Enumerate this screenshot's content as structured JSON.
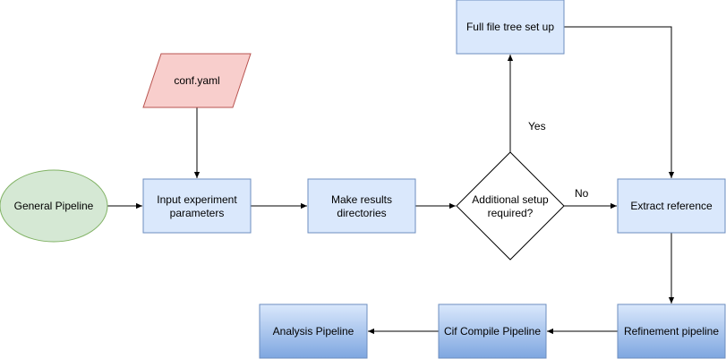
{
  "diagram": {
    "nodes": {
      "general_pipeline": {
        "label": "General Pipeline",
        "shape": "ellipse",
        "fill": "#d5e8d4",
        "stroke": "#82b366"
      },
      "conf_yaml": {
        "label": "conf.yaml",
        "shape": "parallelogram",
        "fill": "#f8cecc",
        "stroke": "#b85450"
      },
      "input_params": {
        "label_lines": [
          "Input experiment",
          "parameters"
        ],
        "shape": "rect",
        "fill": "#dae8fc",
        "stroke": "#6c8ebf"
      },
      "make_dirs": {
        "label_lines": [
          "Make results",
          "directories"
        ],
        "shape": "rect",
        "fill": "#dae8fc",
        "stroke": "#6c8ebf"
      },
      "additional_setup": {
        "label_lines": [
          "Additional setup",
          "required?"
        ],
        "shape": "diamond",
        "fill": "#ffffff",
        "stroke": "#000000"
      },
      "full_file_tree": {
        "label": "Full file tree set up",
        "shape": "rect",
        "fill": "#dae8fc",
        "stroke": "#6c8ebf"
      },
      "extract_reference": {
        "label": "Extract reference",
        "shape": "rect",
        "fill": "#dae8fc",
        "stroke": "#6c8ebf"
      },
      "refinement_pipeline": {
        "label": "Refinement pipeline",
        "shape": "rect-gradient",
        "fill": "#dae8fc",
        "gradient_to": "#7ea6e0",
        "stroke": "#6c8ebf"
      },
      "cif_compile_pipeline": {
        "label": "Cif Compile Pipeline",
        "shape": "rect-gradient",
        "fill": "#dae8fc",
        "gradient_to": "#7ea6e0",
        "stroke": "#6c8ebf"
      },
      "analysis_pipeline": {
        "label": "Analysis Pipeline",
        "shape": "rect-gradient",
        "fill": "#dae8fc",
        "gradient_to": "#7ea6e0",
        "stroke": "#6c8ebf"
      }
    },
    "edge_labels": {
      "yes": "Yes",
      "no": "No"
    },
    "edge_color": "#000000"
  }
}
